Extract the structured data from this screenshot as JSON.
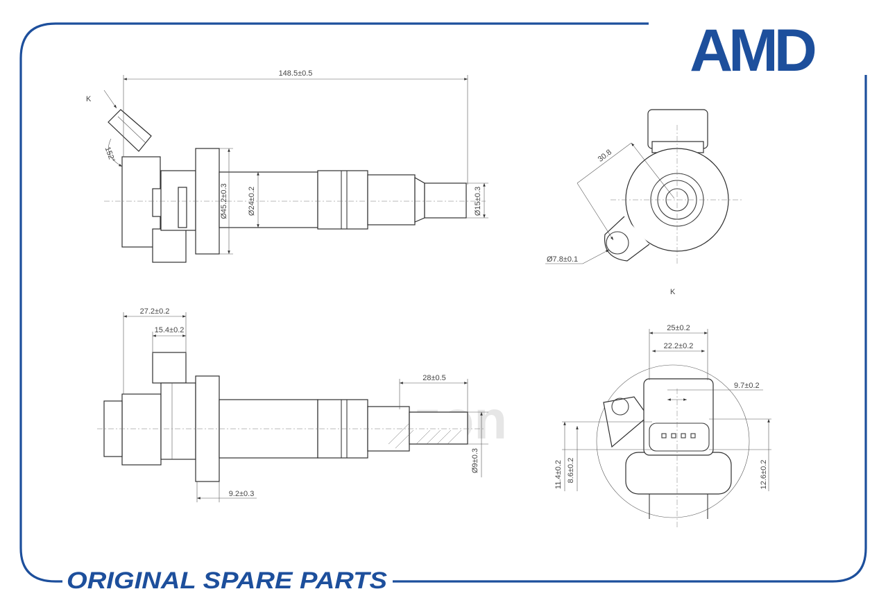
{
  "brand": {
    "logo": "AMD",
    "slogan": "ORIGINAL SPARE PARTS",
    "color": "#1d4f9c"
  },
  "watermark": "ozon",
  "views": {
    "side_top": {
      "arrow_label": "K",
      "angle": "152°",
      "overall_length": "148.5±0.5",
      "flange_dia": "Ø45.2±0.3",
      "body_dia": "Ø24±0.2",
      "tip_dia": "Ø15±0.3"
    },
    "end_view": {
      "mount_offset": "30.8",
      "hole_dia": "Ø7.8±0.1"
    },
    "side_bottom": {
      "connector_width": "27.2±0.2",
      "connector_inner": "15.4±0.2",
      "boot_length": "28±0.5",
      "boot_dia": "Ø9±0.3",
      "flange_thickness": "9.2±0.3"
    },
    "view_k": {
      "title": "K",
      "width_outer": "25±0.2",
      "width_inner": "22.2±0.2",
      "key_width": "9.7±0.2",
      "height_a": "11.4±0.2",
      "height_b": "8.6±0.2",
      "height_c": "12.6±0.2"
    }
  }
}
